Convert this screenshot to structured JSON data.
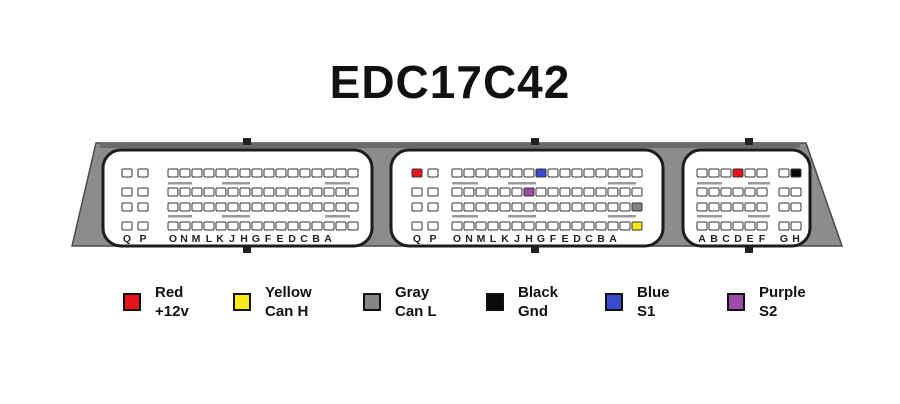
{
  "title": "EDC17C42",
  "colors": {
    "red": "#e8141c",
    "yellow": "#f7ea12",
    "gray": "#858585",
    "black": "#0b0b0b",
    "blue": "#3a4bd0",
    "purple": "#9c4aa6"
  },
  "connectors": [
    {
      "name": "left",
      "pin_labels": [
        "Q",
        "P",
        "O",
        "N",
        "M",
        "L",
        "K",
        "J",
        "H",
        "G",
        "F",
        "E",
        "D",
        "C",
        "B",
        "A"
      ]
    },
    {
      "name": "middle",
      "pin_labels": [
        "Q",
        "P",
        "O",
        "N",
        "M",
        "L",
        "K",
        "J",
        "H",
        "G",
        "F",
        "E",
        "D",
        "C",
        "B",
        "A"
      ]
    },
    {
      "name": "right",
      "pin_labels": [
        "A",
        "B",
        "C",
        "D",
        "E",
        "F",
        "G",
        "H"
      ]
    }
  ],
  "legend": [
    {
      "color_name": "red",
      "line1": "Red",
      "line2": "+12v"
    },
    {
      "color_name": "yellow",
      "line1": "Yellow",
      "line2": "Can H"
    },
    {
      "color_name": "gray",
      "line1": "Gray",
      "line2": "Can L"
    },
    {
      "color_name": "black",
      "line1": "Black",
      "line2": "Gnd"
    },
    {
      "color_name": "blue",
      "line1": "Blue",
      "line2": "S1"
    },
    {
      "color_name": "purple",
      "line1": "Purple",
      "line2": "S2"
    }
  ]
}
